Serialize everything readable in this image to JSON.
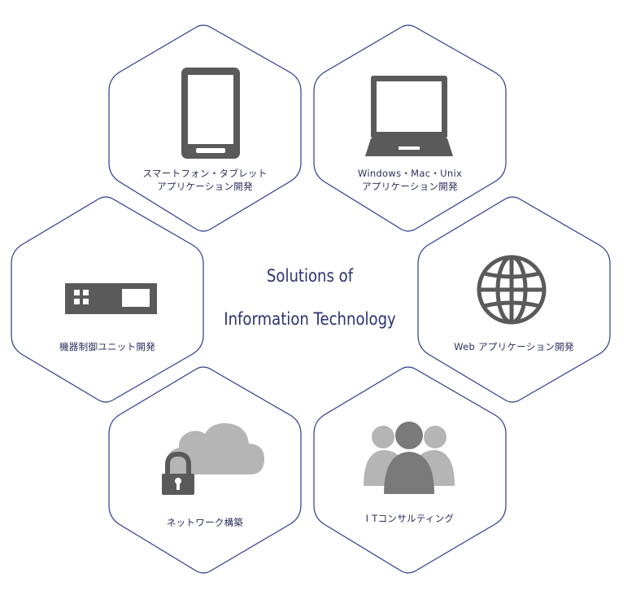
{
  "center": {
    "line1": "Solutions of",
    "line2": "Information Technology"
  },
  "services": [
    {
      "icon": "smartphone-tablet-icon",
      "lines": [
        "スマートフォン・タブレット",
        "アプリケーション開発"
      ]
    },
    {
      "icon": "laptop-icon",
      "lines": [
        "Windows・Mac・Unix",
        "アプリケーション開発"
      ]
    },
    {
      "icon": "control-unit-icon",
      "lines": [
        "機器制御ユニット開発"
      ]
    },
    {
      "icon": "globe-icon",
      "lines": [
        "Web アプリケーション開発"
      ]
    },
    {
      "icon": "cloud-lock-icon",
      "lines": [
        "ネットワーク構築"
      ]
    },
    {
      "icon": "people-icon",
      "lines": [
        "I Tコンサルティング"
      ]
    }
  ],
  "colors": {
    "hex_outline": "#2b3a8c",
    "icon_dark": "#5a5a5a",
    "icon_light": "#b5b5b5",
    "title_text": "#2b3272"
  }
}
